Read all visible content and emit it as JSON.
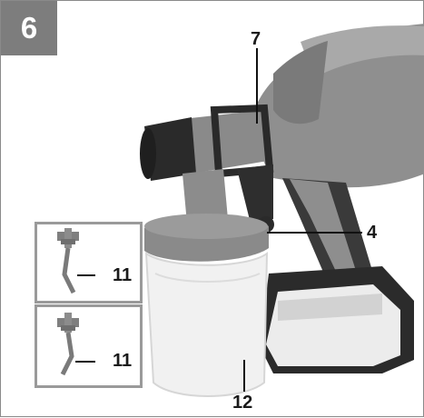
{
  "figure": {
    "number": "6"
  },
  "callouts": {
    "c7": "7",
    "c4": "4",
    "c11_top": "11",
    "c11_bottom": "11",
    "c12": "12"
  },
  "colors": {
    "badge": "#7d7d7d",
    "body_gray": "#8f8f8f",
    "dark_parts": "#2b2b2b",
    "container": "#f1f1f1",
    "inset_border": "#9a9a9a"
  },
  "icons": [
    "paint-sprayer-illustration",
    "suction-tube-icon"
  ]
}
